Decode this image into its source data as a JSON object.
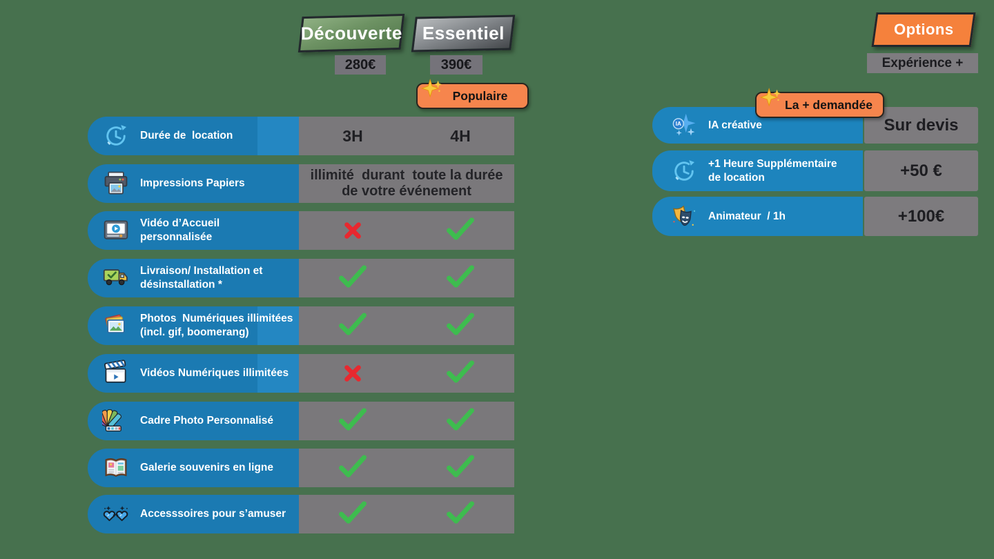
{
  "plans": [
    {
      "name": "Découverte",
      "price": "280€"
    },
    {
      "name": "Essentiel",
      "price": "390€",
      "badge": "Populaire"
    }
  ],
  "features": [
    {
      "icon": "clock-icon",
      "label": "Durée de  location",
      "type": "text",
      "values": [
        "3H",
        "4H"
      ],
      "highlight_band": true
    },
    {
      "icon": "printer-icon",
      "label": "Impressions Papiers",
      "type": "span",
      "value": "illimité  durant  toute la durée de votre événement"
    },
    {
      "icon": "video-icon",
      "label": "Vidéo d’Accueil personnalisée",
      "type": "marks",
      "values": [
        "cross",
        "check"
      ]
    },
    {
      "icon": "truck-icon",
      "label": "Livraison/ Installation et désinstallation *",
      "type": "marks",
      "values": [
        "check",
        "check"
      ]
    },
    {
      "icon": "photos-icon",
      "label": "Photos  Numériques illimitées (incl. gif, boomerang)",
      "type": "marks",
      "values": [
        "check",
        "check"
      ],
      "highlight_band": true
    },
    {
      "icon": "clapperboard-icon",
      "label": "Vidéos Numériques illimitées",
      "type": "marks",
      "values": [
        "cross",
        "check"
      ],
      "highlight_band": true
    },
    {
      "icon": "palette-icon",
      "label": "Cadre Photo Personnalisé",
      "type": "marks",
      "values": [
        "check",
        "check"
      ]
    },
    {
      "icon": "gallery-icon",
      "label": "Galerie souvenirs en ligne",
      "type": "marks",
      "values": [
        "check",
        "check"
      ]
    },
    {
      "icon": "party-glasses-icon",
      "label": "Accesssoires pour s’amuser",
      "type": "marks",
      "values": [
        "check",
        "check"
      ]
    }
  ],
  "options": {
    "title": "Options",
    "subtitle": "Expérience +",
    "badge": "La + demandée",
    "rows": [
      {
        "icon": "ai-sparkle-icon",
        "label": "IA créative",
        "value": "Sur devis"
      },
      {
        "icon": "clock-icon",
        "label": "+1 Heure Supplémentaire de location",
        "value": "+50 €"
      },
      {
        "icon": "masks-icon",
        "label": "Animateur  / 1h",
        "value": "+100€"
      }
    ]
  },
  "colors": {
    "background": "#47714e",
    "row_blue": "#1b7ab2",
    "row_blue_light": "#2487c2",
    "row_blue_right": "#1d84bd",
    "value_gray": "#7a787b",
    "check_green": "#3ebc4f",
    "cross_red": "#e8282f",
    "badge_orange": "#f6854d",
    "options_orange": "#f5813c",
    "header_green": "#6d9263",
    "header_gray": "#84888c",
    "text_dark": "#1f1f23"
  }
}
